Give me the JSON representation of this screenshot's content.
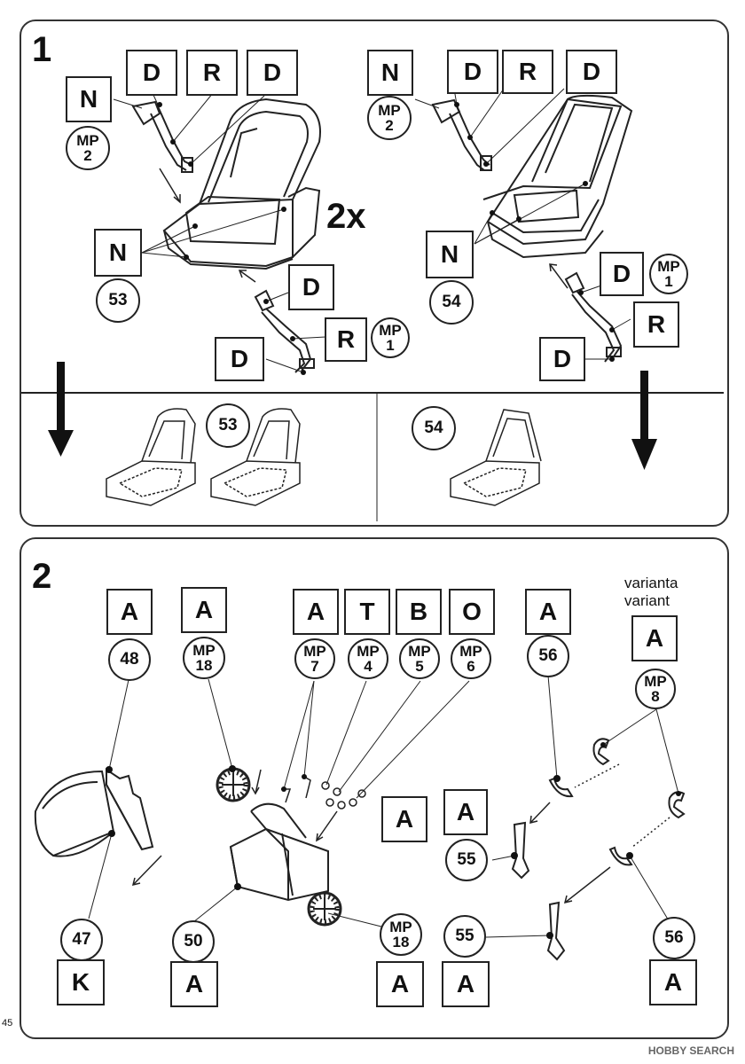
{
  "step1": {
    "number": "1",
    "multiplier": "2x",
    "left_seat": {
      "belt_labels": [
        "N",
        "D",
        "R",
        "D"
      ],
      "belt_mp": "MP\n2",
      "seat_label": "N",
      "part": "53",
      "lower_belt_labels": [
        "D",
        "R",
        "D"
      ],
      "lower_belt_mp": "MP\n1"
    },
    "right_seat": {
      "belt_labels": [
        "N",
        "D",
        "R",
        "D"
      ],
      "belt_mp": "MP\n2",
      "seat_label": "N",
      "part": "54",
      "lower_belt_labels": [
        "D",
        "D",
        "R"
      ],
      "lower_belt_mp": "MP\n1"
    },
    "result_labels": [
      "53",
      "54"
    ]
  },
  "step2": {
    "number": "2",
    "variant_text_1": "varianta",
    "variant_text_2": "variant",
    "top_row": [
      {
        "box": "A",
        "circle": "48"
      },
      {
        "box": "A",
        "circle": "MP\n18"
      },
      {
        "box": "A",
        "circle": "MP\n7"
      },
      {
        "box": "T",
        "circle": "MP\n4"
      },
      {
        "box": "B",
        "circle": "MP\n5"
      },
      {
        "box": "O",
        "circle": "MP\n6"
      },
      {
        "box": "A",
        "circle": "56"
      },
      {
        "box": "A",
        "circle": "MP\n8"
      }
    ],
    "mid_boxes": [
      "A",
      "A"
    ],
    "mid_circle": "55",
    "bottom_row": [
      {
        "circle": "47",
        "box": "K"
      },
      {
        "circle": "50",
        "box": "A"
      },
      {
        "circle": "MP\n18",
        "box": "A"
      },
      {
        "circle": "55",
        "box": "A"
      },
      {
        "circle": "56",
        "box": "A"
      }
    ]
  },
  "page_number": "45",
  "watermark": "HOBBY SEARCH"
}
